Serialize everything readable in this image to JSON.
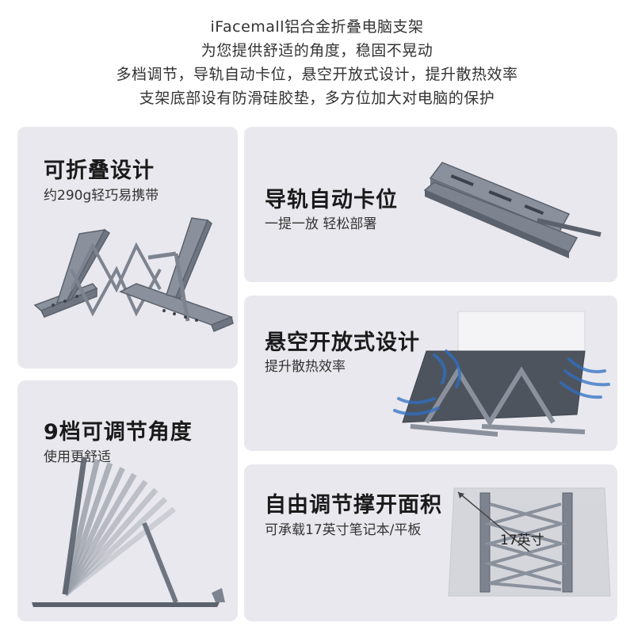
{
  "header": {
    "line1": "iFacemall铝合金折叠电脑支架",
    "line2": "为您提供舒适的角度，稳固不晃动",
    "line3": "多档调节，导轨自动卡位，悬空开放式设计，提升散热效率",
    "line4": "支架底部设有防滑硅胶垫，多方位加大对电脑的保护"
  },
  "features": {
    "fold": {
      "title": "可折叠设计",
      "subtitle": "约290g轻巧易携带"
    },
    "rail": {
      "title": "导轨自动卡位",
      "subtitle": "一提一放 轻松部署"
    },
    "vent": {
      "title": "悬空开放式设计",
      "subtitle": "提升散热效率"
    },
    "angle": {
      "title": "9档可调节角度",
      "subtitle": "使用更舒适"
    },
    "size": {
      "title": "自由调节撑开面积",
      "subtitle": "可承载17英寸笔记本/平板",
      "size_label": "17英寸"
    }
  },
  "colors": {
    "card_bg": "#e9e8ee",
    "metal": "#7d8490",
    "metal_dark": "#5b626d",
    "airflow": "#2f6fc4"
  }
}
